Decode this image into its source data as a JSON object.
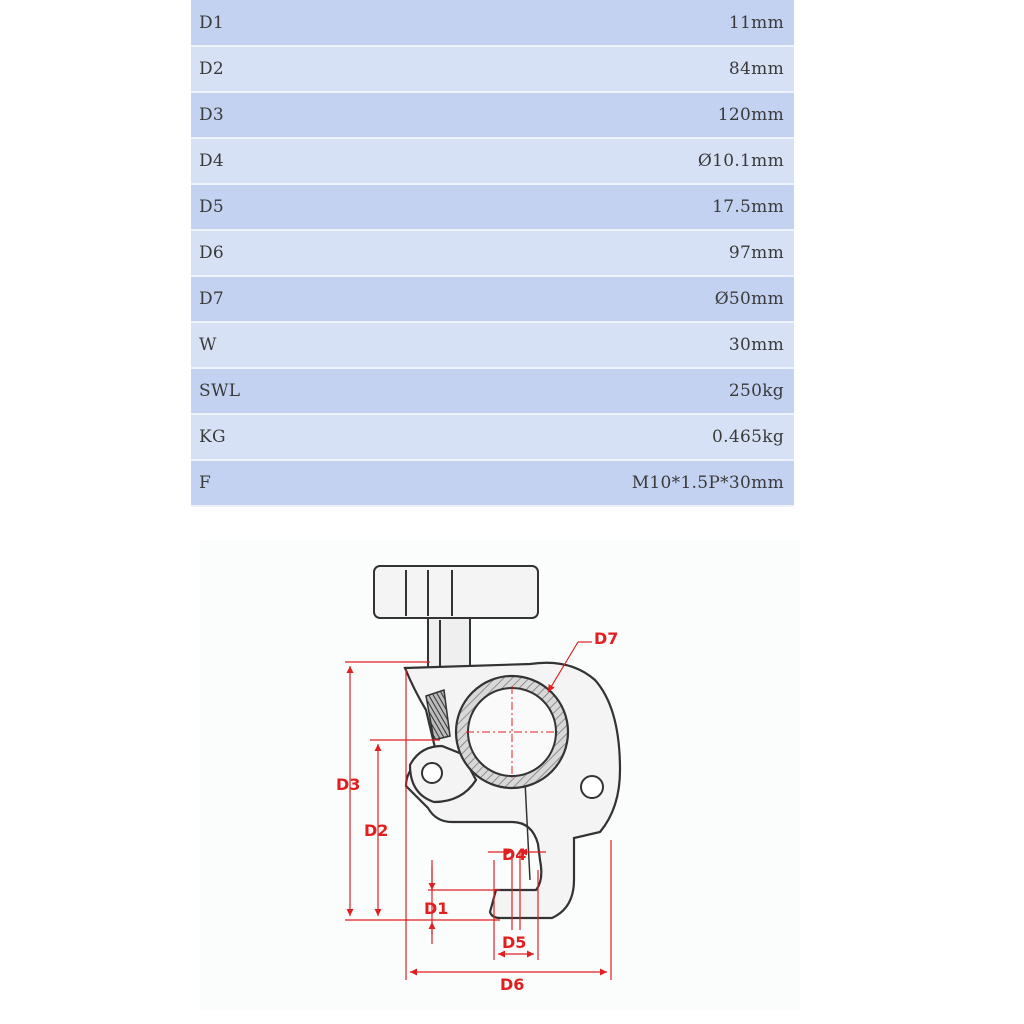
{
  "specs": [
    {
      "label": "D1",
      "value": "11mm"
    },
    {
      "label": "D2",
      "value": "84mm"
    },
    {
      "label": "D3",
      "value": "120mm"
    },
    {
      "label": "D4",
      "value": "Ø10.1mm"
    },
    {
      "label": "D5",
      "value": "17.5mm"
    },
    {
      "label": "D6",
      "value": "97mm"
    },
    {
      "label": "D7",
      "value": "Ø50mm"
    },
    {
      "label": "W",
      "value": "30mm"
    },
    {
      "label": "SWL",
      "value": "250kg"
    },
    {
      "label": "KG",
      "value": "0.465kg"
    },
    {
      "label": "F",
      "value": "M10*1.5P*30mm"
    }
  ],
  "diagram": {
    "labels": {
      "d1": "D1",
      "d2": "D2",
      "d3": "D3",
      "d4": "D4",
      "d5": "D5",
      "d6": "D6",
      "d7": "D7"
    },
    "colors": {
      "dimension": "#e02020",
      "outline": "#333333",
      "hatch": "#777777"
    }
  }
}
